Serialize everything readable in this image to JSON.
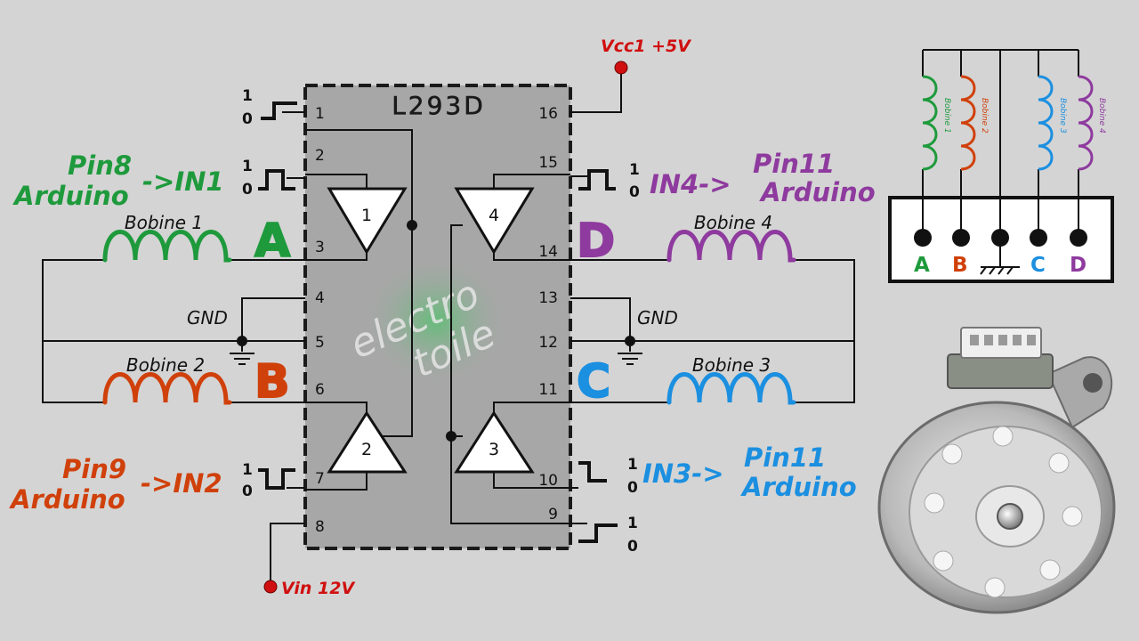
{
  "colors": {
    "green": "#1e9a3c",
    "orange": "#d0400a",
    "purple": "#8e3a9e",
    "blue": "#1b8fe0",
    "red": "#d01010",
    "chip": "#a7a7a7",
    "wire": "#111111"
  },
  "chip": {
    "name": "L293D",
    "pins_left": [
      "1",
      "2",
      "3",
      "4",
      "5",
      "6",
      "7",
      "8"
    ],
    "pins_right": [
      "16",
      "15",
      "14",
      "13",
      "12",
      "11",
      "10",
      "9"
    ],
    "buffers": [
      "1",
      "2",
      "3",
      "4"
    ],
    "watermark_line1": "electro",
    "watermark_line2": "toile"
  },
  "power": {
    "vcc": "Vcc1 +5V",
    "vin": "Vin 12V",
    "gnd_left": "GND",
    "gnd_right": "GND"
  },
  "signals": {
    "hi": "1",
    "lo": "0"
  },
  "inputs": {
    "in1_line1": "Pin8",
    "in1_line2": "Arduino",
    "in1_arrow": "->IN1",
    "in2_line1": "Pin9",
    "in2_line2": "Arduino",
    "in2_arrow": "->IN2",
    "in4_arrow": "IN4->",
    "in4_line1": "Pin11",
    "in4_line2": "Arduino",
    "in3_arrow": "IN3->",
    "in3_line1": "Pin11",
    "in3_line2": "Arduino"
  },
  "coils": {
    "bobine1": "Bobine 1",
    "bobine2": "Bobine 2",
    "bobine3": "Bobine 3",
    "bobine4": "Bobine 4"
  },
  "letters": {
    "a": "A",
    "b": "B",
    "c": "C",
    "d": "D"
  },
  "connector": {
    "coil_labels": [
      "Bobine 1",
      "Bobine 2",
      "Bobine 3",
      "Bobine 4"
    ],
    "letters": [
      "A",
      "B",
      "C",
      "D"
    ]
  }
}
